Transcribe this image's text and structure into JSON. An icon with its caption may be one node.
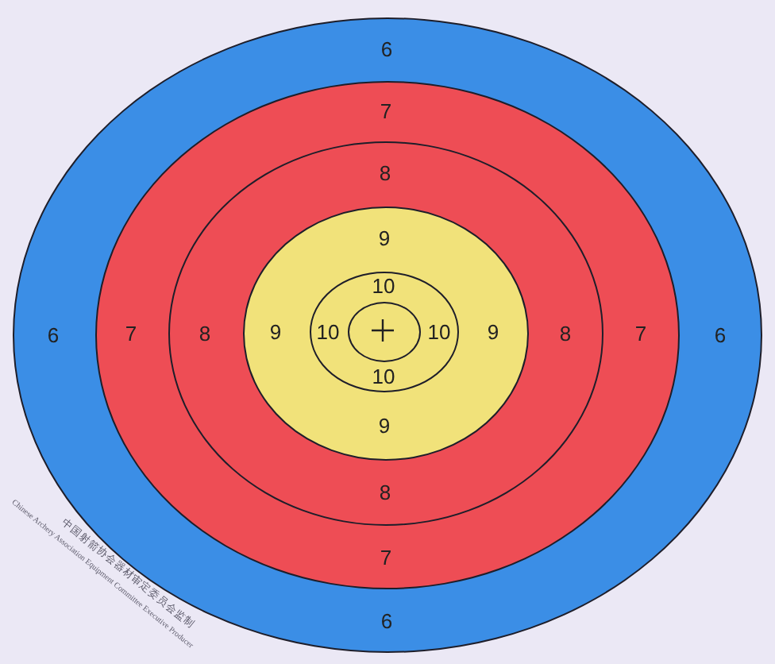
{
  "diagram": {
    "nodes": [
      {
        "text": [
          "6",
          "6",
          "6",
          "6"
        ]
      },
      {
        "text": [
          "7",
          "7",
          "7",
          "7"
        ],
        "in": 0
      },
      {
        "text": [
          "8",
          "8",
          "8",
          "8"
        ],
        "in": 1
      },
      {
        "text": [
          "9",
          "9",
          "9",
          "9"
        ],
        "in": 2
      },
      {
        "text": [
          "10",
          "10",
          "10",
          "10"
        ],
        "in": 3
      },
      {
        "text": [],
        "shape": "circle",
        "in": 4
      }
    ],
    "labels": [
      "中国射箭协会器材审定委员会监制",
      "Chinese Archery Association Equipment Committee Executive Producer"
    ]
  }
}
